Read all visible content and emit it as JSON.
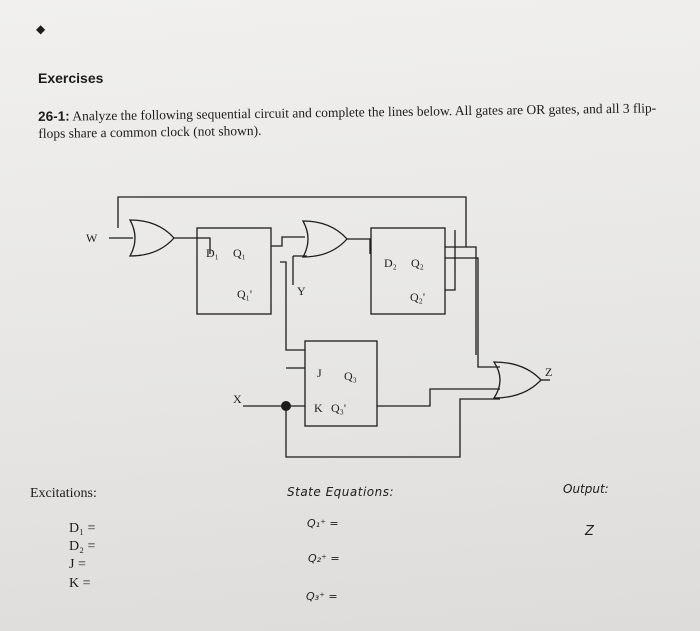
{
  "bullet": "◆",
  "exercises_heading": "Exercises",
  "problem": {
    "number": "26-1:",
    "text": "Analyze the following sequential circuit and complete the lines below. All gates are OR gates, and all 3 flip-flops share a common clock (not shown)."
  },
  "circuit": {
    "inputs": {
      "w": "W",
      "x": "X",
      "y": "Y"
    },
    "output": "Z",
    "flipflops": {
      "ff1": {
        "top_left": "D₁",
        "top_right": "Q₁",
        "bottom_right": "Q₁'"
      },
      "ff2": {
        "top_left": "D₂",
        "top_right": "Q₂",
        "bottom_right": "Q₂'"
      },
      "ff3": {
        "top_left": "J",
        "top_right": "Q₃",
        "bottom_left": "K",
        "bottom_right": "Q₃'"
      }
    }
  },
  "excitations": {
    "title": "Excitations:",
    "lines": [
      "D₁ =",
      "D₂ =",
      "J =",
      "K ="
    ]
  },
  "state_equations": {
    "title": "State Equations:",
    "lines": [
      "Q₁⁺ =",
      "Q₂⁺ =",
      "Q₃⁺ ="
    ]
  },
  "output_section": {
    "title": "Output:",
    "value": "Z"
  }
}
